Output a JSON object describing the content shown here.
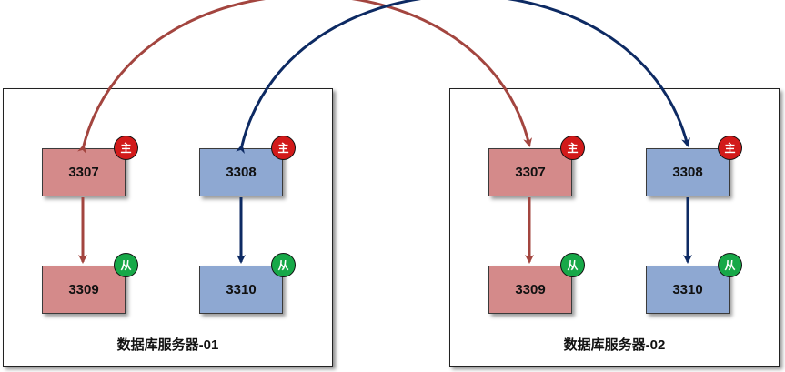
{
  "servers": [
    {
      "label": "数据库服务器-01",
      "nodes": {
        "master_red": {
          "port": "3307",
          "role": "主"
        },
        "master_blue": {
          "port": "3308",
          "role": "主"
        },
        "slave_red": {
          "port": "3309",
          "role": "从"
        },
        "slave_blue": {
          "port": "3310",
          "role": "从"
        }
      }
    },
    {
      "label": "数据库服务器-02",
      "nodes": {
        "master_red": {
          "port": "3307",
          "role": "主"
        },
        "master_blue": {
          "port": "3308",
          "role": "主"
        },
        "slave_red": {
          "port": "3309",
          "role": "从"
        },
        "slave_blue": {
          "port": "3310",
          "role": "从"
        }
      }
    }
  ],
  "colors": {
    "red_arrow": "#a3453f",
    "blue_arrow": "#0d2a63",
    "red_node": "#d48a8a",
    "blue_node": "#8ea8d2",
    "master_badge": "#d21a1a",
    "slave_badge": "#17a848"
  }
}
